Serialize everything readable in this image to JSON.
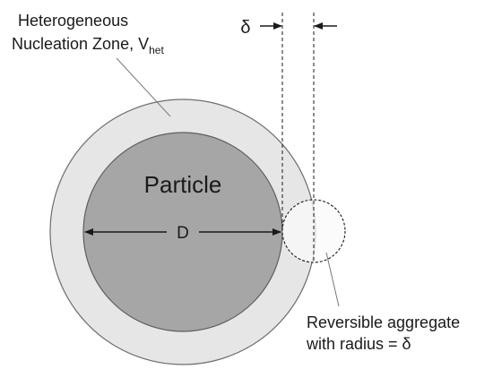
{
  "labels": {
    "zone_line1": "Heterogeneous",
    "zone_line2_main": "Nucleation Zone, V",
    "zone_line2_sub": "het",
    "particle": "Particle",
    "diameter": "D",
    "delta": "δ",
    "aggregate_line1": "Reversible aggregate",
    "aggregate_line2": "with radius = δ"
  },
  "colors": {
    "zone_fill": "#e6e6e6",
    "particle_fill": "#a6a6a6",
    "aggregate_fill": "#fafafa",
    "outline": "#6e6e6e",
    "ink": "#1a1a1a"
  }
}
